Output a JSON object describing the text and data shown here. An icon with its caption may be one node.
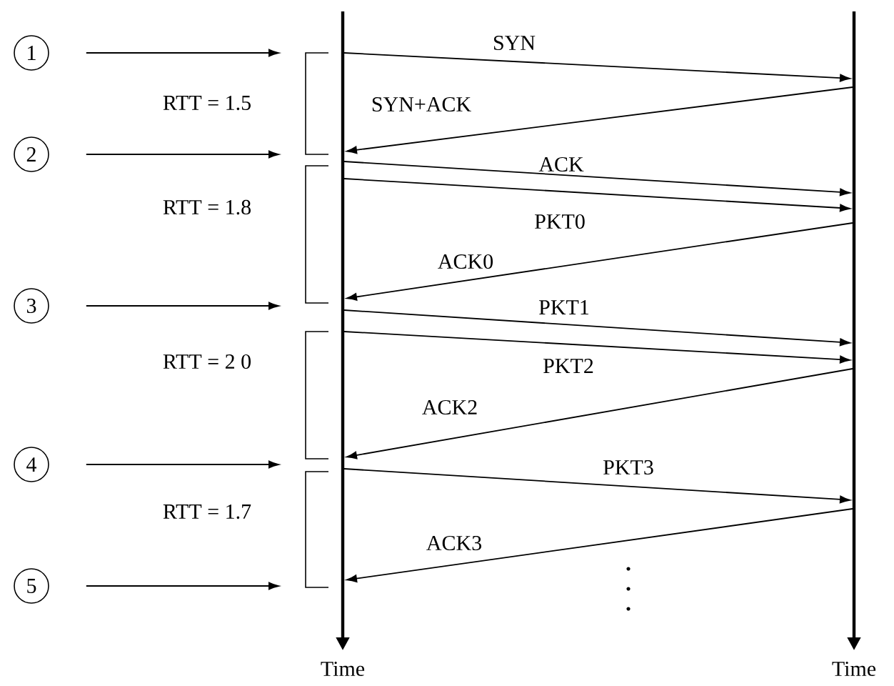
{
  "diagram": {
    "nodes": [
      {
        "text": [
          "1"
        ]
      },
      {
        "text": [
          "2"
        ]
      },
      {
        "text": [
          "3"
        ]
      },
      {
        "text": [
          "4"
        ]
      },
      {
        "text": [
          "5"
        ]
      }
    ],
    "edges": [
      {
        "from": 0,
        "to": null,
        "arrow": "to"
      },
      {
        "from": 1,
        "to": null,
        "arrow": "to"
      },
      {
        "from": 2,
        "to": null,
        "arrow": "to"
      },
      {
        "from": 3,
        "to": null,
        "arrow": "to"
      },
      {
        "from": 4,
        "to": null,
        "arrow": "to"
      }
    ],
    "labels": [
      "SYN",
      "RTT = 1.5",
      "SYN+ACK",
      "ACK",
      "RTT = 1.8",
      "PKT0",
      "ACK0",
      "PKT1",
      "RTT = 2 0",
      "PKT2",
      "ACK2",
      "PKT3",
      "RTT = 1.7",
      "ACK3",
      "Time",
      "Time"
    ]
  }
}
